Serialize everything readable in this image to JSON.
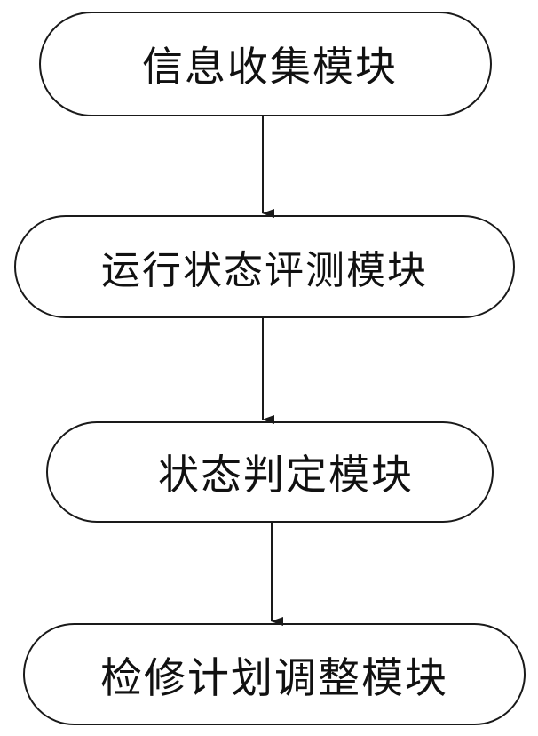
{
  "diagram": {
    "nodes": [
      {
        "label": "信息收集模块"
      },
      {
        "label": "运行状态评测模块"
      },
      {
        "label": "状态判定模块"
      },
      {
        "label": "检修计划调整模块"
      }
    ],
    "edges": [
      {
        "from": 0,
        "to": 1
      },
      {
        "from": 1,
        "to": 2
      },
      {
        "from": 2,
        "to": 3
      }
    ],
    "colors": {
      "stroke": "#1a1a1a",
      "text": "#111111",
      "background": "#ffffff"
    }
  }
}
